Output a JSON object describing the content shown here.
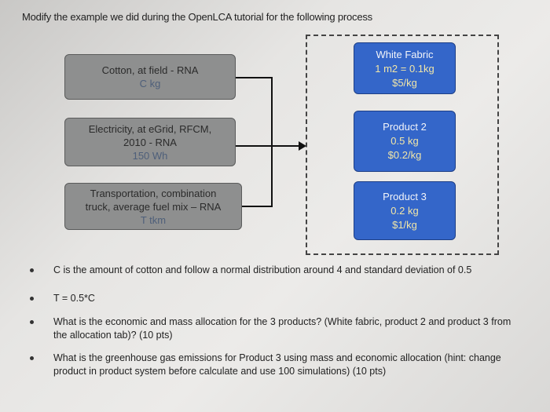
{
  "title": "Modify the example we did during the OpenLCA tutorial for the following process",
  "inputs": [
    {
      "line1": "Cotton, at field - RNA",
      "line2": "",
      "line3": "C kg"
    },
    {
      "line1": "Electricity, at eGrid, RFCM,",
      "line2": "2010 - RNA",
      "line3": "150 Wh"
    },
    {
      "line1": "Transportation, combination",
      "line2": "truck, average fuel mix – RNA",
      "line3": "T tkm"
    }
  ],
  "products": [
    {
      "name": "White Fabric",
      "amount": "1 m2 = 0.1kg",
      "price": "$5/kg"
    },
    {
      "name": "Product 2",
      "amount": "0.5 kg",
      "price": "$0.2/kg"
    },
    {
      "name": "Product 3",
      "amount": "0.2 kg",
      "price": "$1/kg"
    }
  ],
  "bullets": [
    "C is the amount of cotton and follow a normal distribution around 4 and standard deviation of 0.5",
    "T = 0.5*C",
    "What is the economic and mass allocation for the 3 products? (White fabric, product 2 and product 3 from the allocation tab)? (10 pts)",
    "What is the greenhouse gas emissions for Product 3 using mass and economic allocation (hint: change product in product system before calculate and use 100 simulations) (10 pts)"
  ]
}
